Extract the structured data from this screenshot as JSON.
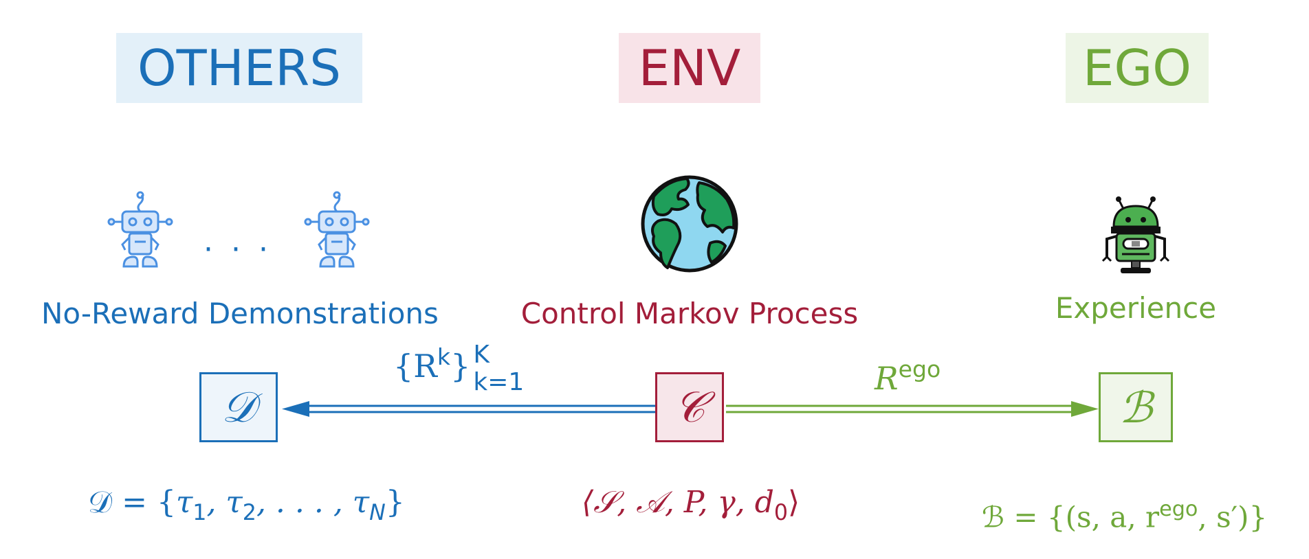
{
  "colors": {
    "others": "#1b6fb8",
    "env": "#a31e3a",
    "ego": "#6fa83a",
    "others_bg": "#e3f0f9",
    "env_bg": "#f8e3e8",
    "ego_bg": "#edf5e6"
  },
  "headers": {
    "others": "OTHERS",
    "env": "ENV",
    "ego": "EGO"
  },
  "icons": {
    "others_robot": "robot-outline-icon",
    "ellipsis": "· · ·",
    "env_globe": "earth-globe-icon",
    "ego_robot": "robot-filled-icon"
  },
  "captions": {
    "others": "No-Reward Demonstrations",
    "env": "Control Markov Process",
    "ego": "Experience"
  },
  "nodes": {
    "D": "𝒟",
    "C": "𝒞",
    "B": "ℬ"
  },
  "edges": {
    "left": {
      "base": "{R",
      "sup_k": "k",
      "close": "}",
      "sup_K": "K",
      "sub": "k=1"
    },
    "right": {
      "base": "R",
      "sup": "ego"
    }
  },
  "formulas": {
    "D": {
      "lhs": "𝒟 = {",
      "t1": "τ",
      "s1": "1",
      "t2": ", τ",
      "s2": "2",
      "mid": ", . . . , τ",
      "sN": "N",
      "close": "}"
    },
    "C": {
      "text": "⟨𝒮, 𝒜, P, γ, d",
      "sub": "0",
      "close": "⟩"
    },
    "B": {
      "lhs": "ℬ = {(s, a, r",
      "sup": "ego",
      "rest": ", s′)}"
    }
  }
}
